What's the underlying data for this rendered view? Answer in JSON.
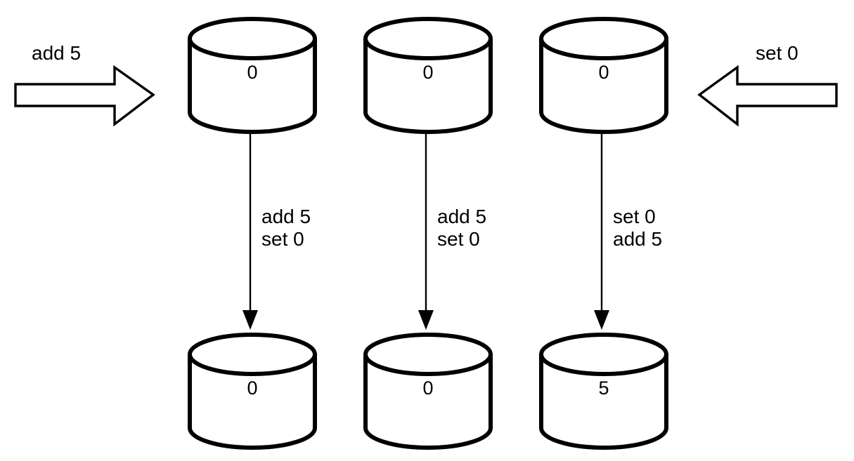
{
  "diagram": {
    "title": "replicated-counter-convergence-diagram",
    "background_color": "#ffffff",
    "stroke_color": "#000000",
    "replicas": [
      {
        "id": "replica-1",
        "before_value": "0",
        "after_value": "0",
        "operations": [
          "add 5",
          "set 0"
        ]
      },
      {
        "id": "replica-2",
        "before_value": "0",
        "after_value": "0",
        "operations": [
          "add 5",
          "set 0"
        ]
      },
      {
        "id": "replica-3",
        "before_value": "0",
        "after_value": "5",
        "operations": [
          "set 0",
          "add 5"
        ]
      }
    ],
    "client_requests": [
      {
        "id": "left-request",
        "label": "add 5",
        "direction": "right"
      },
      {
        "id": "right-request",
        "label": "set 0",
        "direction": "left"
      }
    ]
  }
}
